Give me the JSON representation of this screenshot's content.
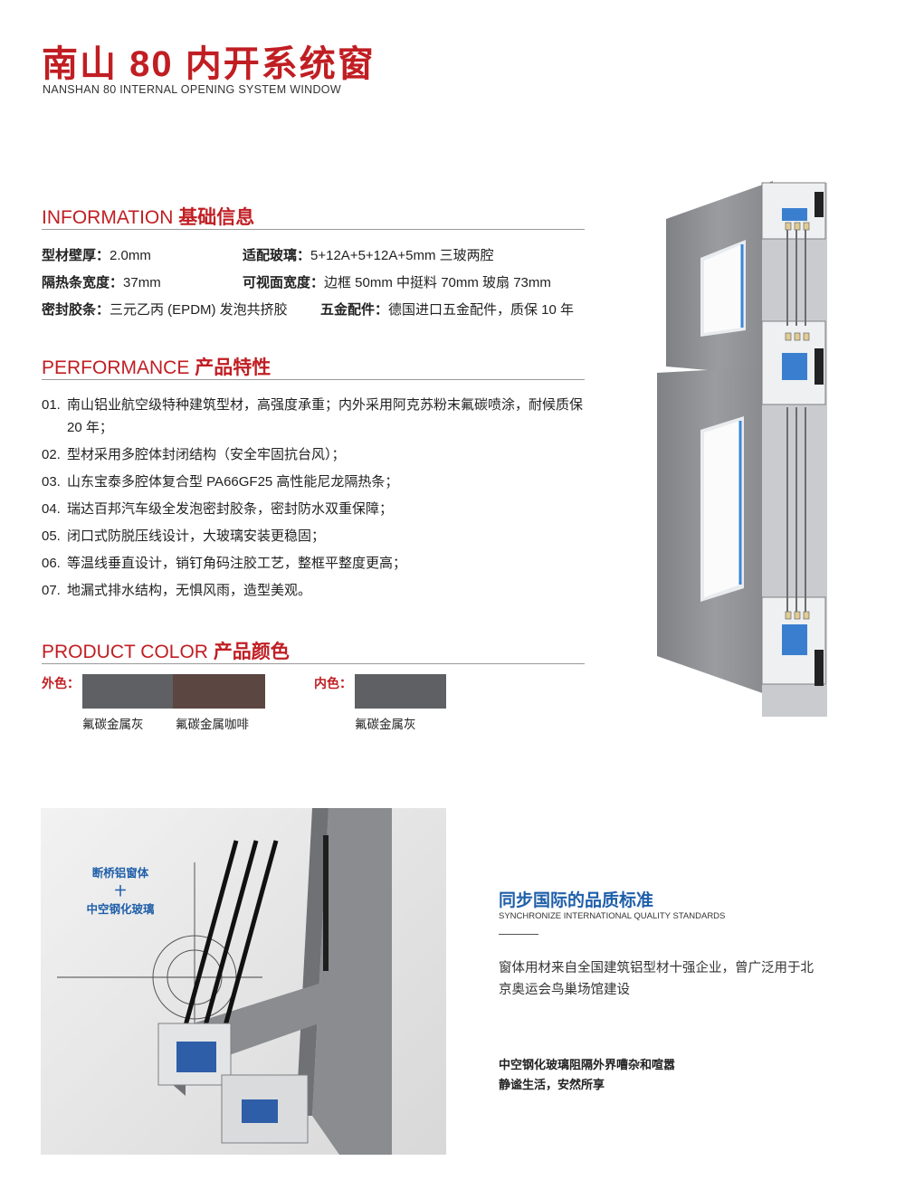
{
  "header": {
    "title_cn": "南山 80 内开系统窗",
    "title_en": "NANSHAN 80 INTERNAL OPENING SYSTEM WINDOW"
  },
  "information": {
    "heading_en": "INFORMATION",
    "heading_cn": "基础信息",
    "specs": [
      {
        "key": "型材壁厚：",
        "value": "2.0mm"
      },
      {
        "key": "适配玻璃：",
        "value": "5+12A+5+12A+5mm 三玻两腔"
      },
      {
        "key": "隔热条宽度：",
        "value": "37mm"
      },
      {
        "key": "可视面宽度：",
        "value": "边框 50mm  中挺料 70mm  玻扇 73mm"
      },
      {
        "key": "密封胶条：",
        "value": "三元乙丙 (EPDM) 发泡共挤胶"
      },
      {
        "key": "五金配件：",
        "value": "德国进口五金配件，质保 10 年"
      }
    ]
  },
  "performance": {
    "heading_en": "PERFORMANCE",
    "heading_cn": "产品特性",
    "items": [
      {
        "num": "01.",
        "text": "南山铝业航空级特种建筑型材，高强度承重；内外采用阿克苏粉末氟碳喷涂，耐候质保 20 年；"
      },
      {
        "num": "02.",
        "text": "型材采用多腔体封闭结构（安全牢固抗台风）；"
      },
      {
        "num": "03.",
        "text": "山东宝泰多腔体复合型 PA66GF25 高性能尼龙隔热条；"
      },
      {
        "num": "04.",
        "text": "瑞达百邦汽车级全发泡密封胶条，密封防水双重保障；"
      },
      {
        "num": "05.",
        "text": "闭口式防脱压线设计，大玻璃安装更稳固；"
      },
      {
        "num": "06.",
        "text": "等温线垂直设计，销钉角码注胶工艺，整框平整度更高；"
      },
      {
        "num": "07.",
        "text": "地漏式排水结构，无惧风雨，造型美观。"
      }
    ]
  },
  "product_color": {
    "heading_en": "PRODUCT COLOR",
    "heading_cn": "产品颜色",
    "outer_label": "外色：",
    "inner_label": "内色：",
    "outer": [
      {
        "name": "氟碳金属灰",
        "color": "#5f6064"
      },
      {
        "name": "氟碳金属咖啡",
        "color": "#5b4642"
      }
    ],
    "inner": [
      {
        "name": "氟碳金属灰",
        "color": "#5f6064"
      }
    ]
  },
  "feature_photo": {
    "callout_line1": "断桥铝窗体",
    "callout_plus": "十",
    "callout_line2": "中空钢化玻璃"
  },
  "quality": {
    "title": "同步国际的品质标准",
    "subtitle_en": "SYNCHRONIZE INTERNATIONAL QUALITY STANDARDS",
    "body": "窗体用材来自全国建筑铝型材十强企业，曾广泛用于北京奥运会鸟巢场馆建设",
    "highlight_line1": "中空钢化玻璃阻隔外界嘈杂和喧嚣",
    "highlight_line2": "静谧生活，安然所享"
  },
  "colors": {
    "brand_red": "#c01e23",
    "accent_blue": "#1f5fa9",
    "profile_gray": "#8a8c90"
  }
}
